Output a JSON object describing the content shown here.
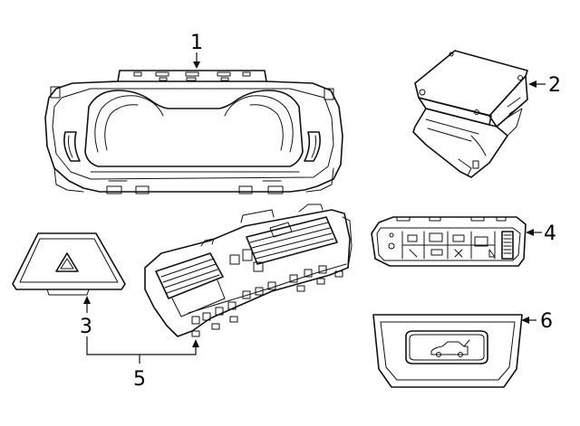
{
  "diagram": {
    "callouts": [
      {
        "id": "1",
        "label": "1"
      },
      {
        "id": "2",
        "label": "2"
      },
      {
        "id": "3",
        "label": "3"
      },
      {
        "id": "4",
        "label": "4"
      },
      {
        "id": "5",
        "label": "5"
      },
      {
        "id": "6",
        "label": "6"
      }
    ],
    "parts": [
      {
        "callout": "1",
        "icon": "instrument-cluster"
      },
      {
        "callout": "2",
        "icon": "head-up-display-unit"
      },
      {
        "callout": "3",
        "icon": "hazard-warning-switch"
      },
      {
        "callout": "4",
        "icon": "switch-panel"
      },
      {
        "callout": "5",
        "icon": "center-vent-and-switch-assembly"
      },
      {
        "callout": "6",
        "icon": "trunk-release-switch"
      }
    ]
  }
}
